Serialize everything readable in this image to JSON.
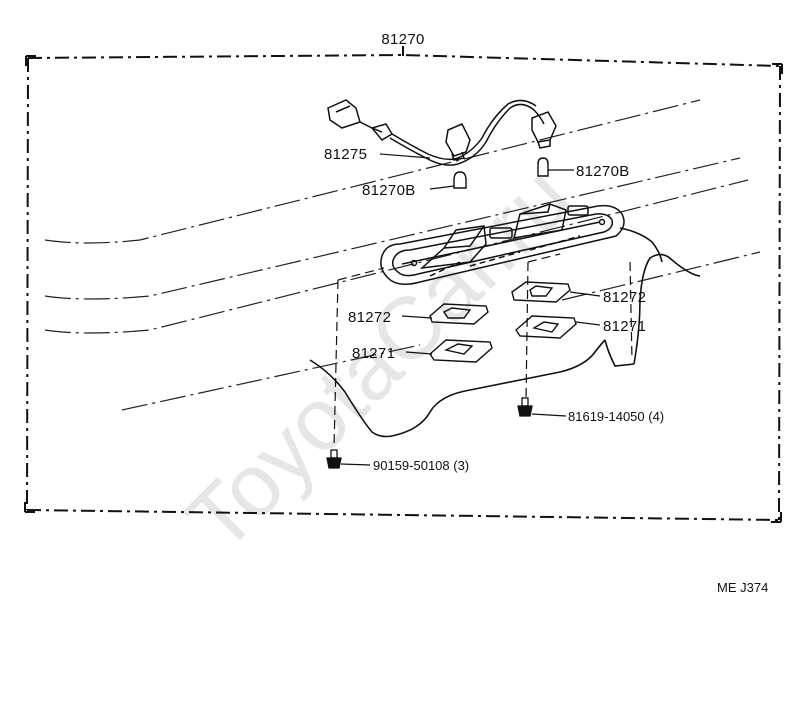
{
  "diagram": {
    "assembly_number": "81270",
    "parts": {
      "socket_wire": "81275",
      "bulb_left": "81270B",
      "bulb_right": "81270B",
      "lens_gasket_left": "81272",
      "lens_gasket_right": "81272",
      "lens_left": "81271",
      "lens_right": "81271",
      "screw_left": "90159-50108 (3)",
      "screw_right": "81619-14050 (4)"
    },
    "figure_code": "ME J374"
  },
  "watermark": "ToyotaCar.ru"
}
